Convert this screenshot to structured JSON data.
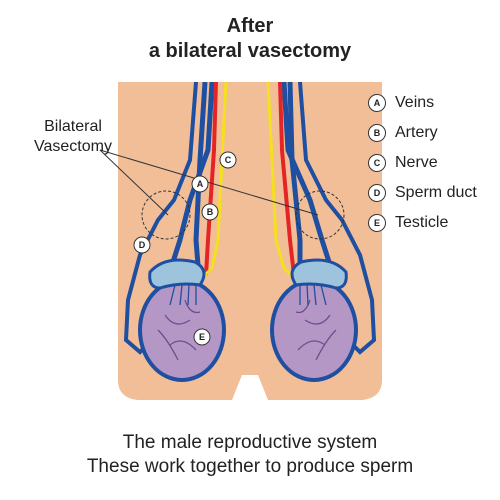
{
  "title": {
    "line1": "After",
    "line2": "a bilateral vasectomy"
  },
  "callout": {
    "line1": "Bilateral",
    "line2": "Vasectomy"
  },
  "badges": {
    "a": "A",
    "b": "B",
    "c": "C",
    "d": "D",
    "e": "E"
  },
  "legend": [
    {
      "letter": "A",
      "label": "Veins"
    },
    {
      "letter": "B",
      "label": "Artery"
    },
    {
      "letter": "C",
      "label": "Nerve"
    },
    {
      "letter": "D",
      "label": "Sperm duct"
    },
    {
      "letter": "E",
      "label": "Testicle"
    }
  ],
  "caption": {
    "line1": "The male reproductive system",
    "line2": "These work together to produce sperm"
  },
  "colors": {
    "skin": "#F2BE98",
    "veins": "#1F4FA0",
    "artery": "#E32526",
    "nerve": "#F4E01C",
    "sperm_duct": "#2E6FB5",
    "testicle": "#B597C6",
    "epididymis": "#9EC3DC"
  }
}
